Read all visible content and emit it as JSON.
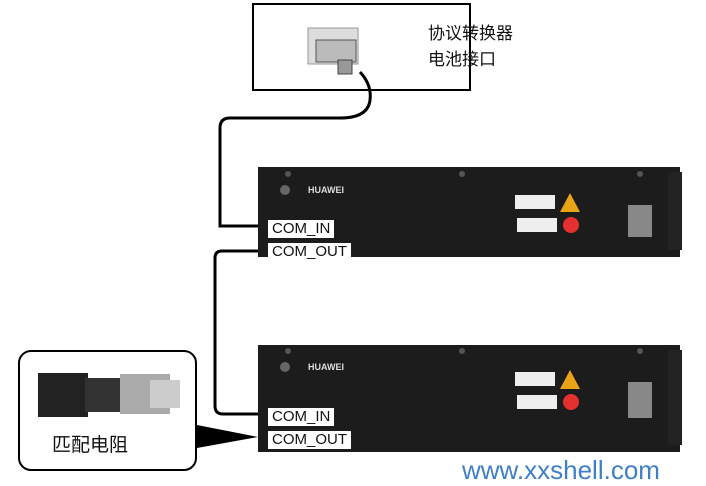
{
  "converter": {
    "line1": "协议转换器",
    "line2": "电池接口"
  },
  "batteries": [
    {
      "brand": "HUAWEI",
      "com_in": "COM_IN",
      "com_out": "COM_OUT"
    },
    {
      "brand": "HUAWEI",
      "com_in": "COM_IN",
      "com_out": "COM_OUT"
    }
  ],
  "terminator": {
    "label": "匹配电阻"
  },
  "watermark": "www.xxshell.com"
}
